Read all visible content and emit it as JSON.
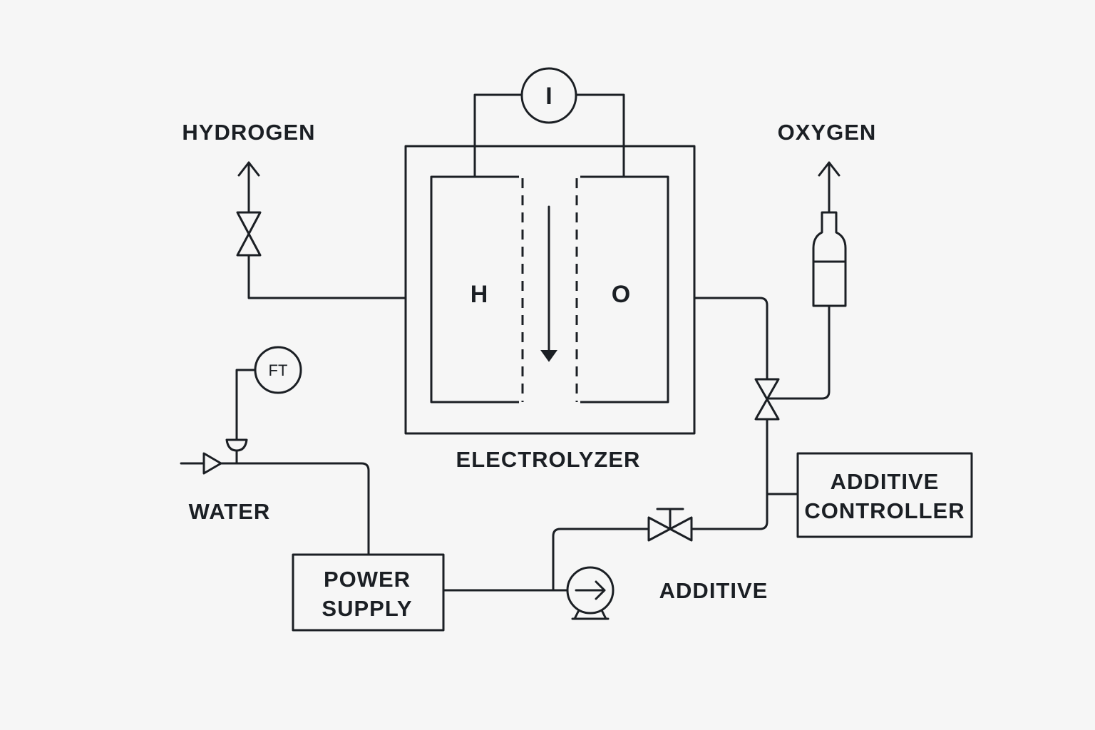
{
  "labels": {
    "hydrogen": "HYDROGEN",
    "oxygen": "OXYGEN",
    "electrolyzer": "ELECTROLYZER",
    "water": "WATER",
    "additive": "ADDITIVE",
    "power_supply": [
      "POWER",
      "SUPPLY"
    ],
    "additive_controller": [
      "ADDITIVE",
      "CONTROLLER"
    ],
    "chamber_left": "H",
    "chamber_right": "O",
    "current_meter": "I",
    "flow_transmitter": "FT"
  },
  "colors": {
    "line": "#1b1f24",
    "background": "#f6f6f6"
  }
}
